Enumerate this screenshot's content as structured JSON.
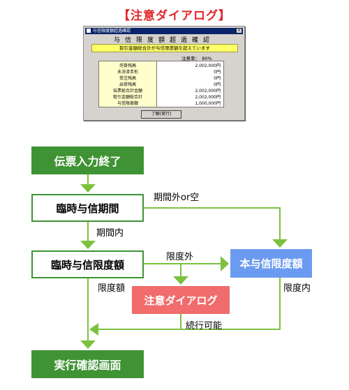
{
  "caption": "【注意ダイアログ】",
  "dialog": {
    "title": "与信限度額超過確認",
    "heading": "与信限度額超過確認",
    "warning": "取引金額総合計が与信限度額を超えています",
    "ratio": "注意率：　80%",
    "rows": [
      {
        "label": "売掛残高",
        "value": "2,002,000円"
      },
      {
        "label": "未決済手形",
        "value": "0円"
      },
      {
        "label": "受注残高",
        "value": "0円"
      },
      {
        "label": "出荷残高",
        "value": "0円"
      },
      {
        "label": "伝票総合計金額",
        "value": "2,002,000円"
      },
      {
        "label": "取引金額総合計",
        "value": "2,002,000円"
      },
      {
        "label": "与信限度額",
        "value": "1,000,000円"
      }
    ],
    "ok_button": "了解(実行)",
    "close_glyph": "×"
  },
  "flow": {
    "start": "伝票入力終了",
    "temp_period": "臨時与信期間",
    "temp_limit": "臨時与信限度額",
    "main_limit": "本与信限度額",
    "alert": "注意ダイアログ",
    "final": "実行確認画面",
    "labels": {
      "outside_or_empty": "期間外or空",
      "within_period": "期間内",
      "outside_limit": "限度外",
      "limit_amount": "限度額",
      "within_limit": "限度内",
      "continuable": "続行可能"
    }
  },
  "colors": {
    "green": "#3f9334",
    "blue": "#6b9bf0",
    "red": "#f06c6d",
    "caption_red": "#e0262b",
    "arrow_green": "#7dc13f"
  }
}
